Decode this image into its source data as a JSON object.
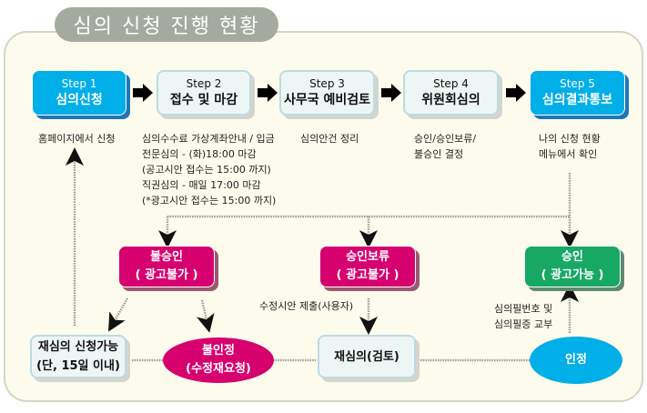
{
  "title": "심의 신청 진행 현황",
  "steps": [
    {
      "num": "Step 1",
      "name": "심의신청",
      "active": true,
      "note": [
        "홈페이지에서 신청"
      ]
    },
    {
      "num": "Step 2",
      "name": "접수 및 마감",
      "active": false,
      "note": [
        "심의수수료 가상계좌안내 / 입금",
        "전문심의 - (화)18:00 마감",
        "(공고시안 접수는 15:00 까지)",
        "직권심의 - 매일 17:00 마감",
        "(*광고시안 접수는 15:00 까지)"
      ]
    },
    {
      "num": "Step 3",
      "name": "사무국 예비검토",
      "active": false,
      "note": [
        "심의안건 정리"
      ]
    },
    {
      "num": "Step 4",
      "name": "위원회심의",
      "active": false,
      "note": [
        "승인/승인보류/",
        "불승인 결정"
      ]
    },
    {
      "num": "Step 5",
      "name": "심의결과통보",
      "active": true,
      "note": [
        "나의 신청 현황",
        "메뉴에서 확인"
      ]
    }
  ],
  "outcomes": {
    "reject": {
      "line1": "불승인",
      "line2": "( 광고불가 )"
    },
    "hold": {
      "line1": "승인보류",
      "line2": "( 광고불가 )"
    },
    "approve": {
      "line1": "승인",
      "line2": "( 광고가능 )"
    }
  },
  "followups": {
    "reapply": {
      "line1": "재심의 신청가능",
      "line2": "(단, 15일 이내)"
    },
    "not_accepted": {
      "line1": "불인정",
      "line2": "(수정재요청)"
    },
    "re_review": {
      "line1": "재심의(검토)"
    },
    "accepted": {
      "line1": "인정"
    }
  },
  "labels": {
    "revision_submit": "수정시안 제출(사용자)",
    "issue_line1": "심의필번호 및",
    "issue_line2": "심의필증 교부"
  },
  "colors": {
    "active_step": "#00aee8",
    "pink": "#d6006f",
    "green": "#17a864",
    "title_pill": "#a5aa9e",
    "panel": "#fdfcec"
  }
}
